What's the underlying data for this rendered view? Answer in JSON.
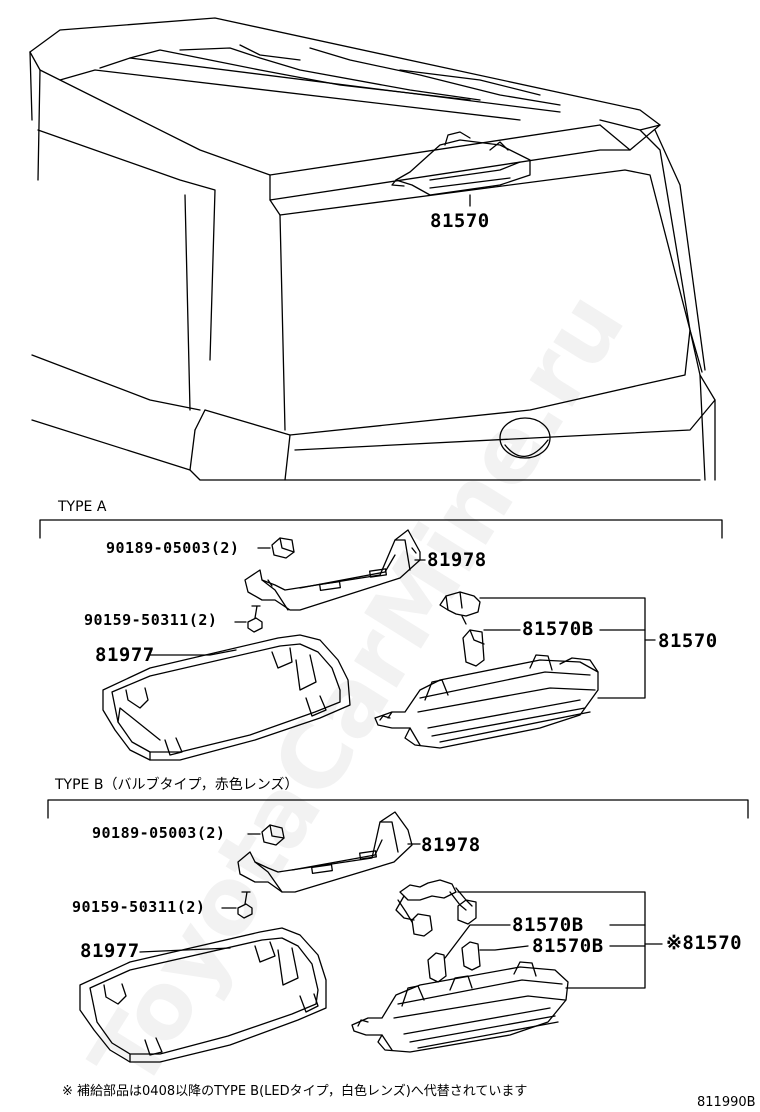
{
  "watermark": "ToyotaCarMine.ru",
  "top": {
    "assembly_label": "81570"
  },
  "type_a": {
    "title": "TYPE A",
    "nut_label": "90189-05003(2)",
    "screw_label": "90159-50311(2)",
    "bracket_label": "81978",
    "cover_label": "81977",
    "bulb_label": "81570B",
    "assembly_label": "81570"
  },
  "type_b": {
    "title": "TYPE B（バルブタイプ，赤色レンズ）",
    "nut_label": "90189-05003(2)",
    "screw_label": "90159-50311(2)",
    "bracket_label": "81978",
    "cover_label": "81977",
    "bulb_label_1": "81570B",
    "bulb_label_2": "81570B",
    "assembly_label": "※81570"
  },
  "footnote": "※ 補給部品は0408以降のTYPE B(LEDタイプ，白色レンズ)へ代替されています",
  "figure_code": "811990B",
  "colors": {
    "line": "#000000",
    "watermark": "#0000000d"
  }
}
